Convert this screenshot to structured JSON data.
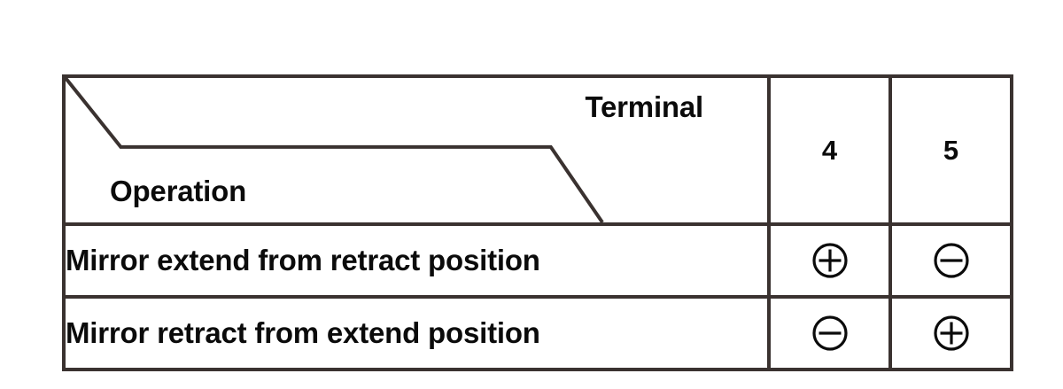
{
  "table": {
    "header": {
      "column_axis_label": "Terminal",
      "row_axis_label": "Operation",
      "terminal_columns": [
        {
          "label": "4"
        },
        {
          "label": "5"
        }
      ]
    },
    "rows": [
      {
        "operation": "Mirror extend from retract position",
        "cells": [
          {
            "symbol": "circled-plus",
            "glyph": "+"
          },
          {
            "symbol": "circled-minus",
            "glyph": "−"
          }
        ]
      },
      {
        "operation": "Mirror retract from extend position",
        "cells": [
          {
            "symbol": "circled-minus",
            "glyph": "−"
          },
          {
            "symbol": "circled-plus",
            "glyph": "+"
          }
        ]
      }
    ]
  },
  "style": {
    "border_color": "#3a3230",
    "text_color": "#0b0b0b",
    "background": "#ffffff"
  }
}
